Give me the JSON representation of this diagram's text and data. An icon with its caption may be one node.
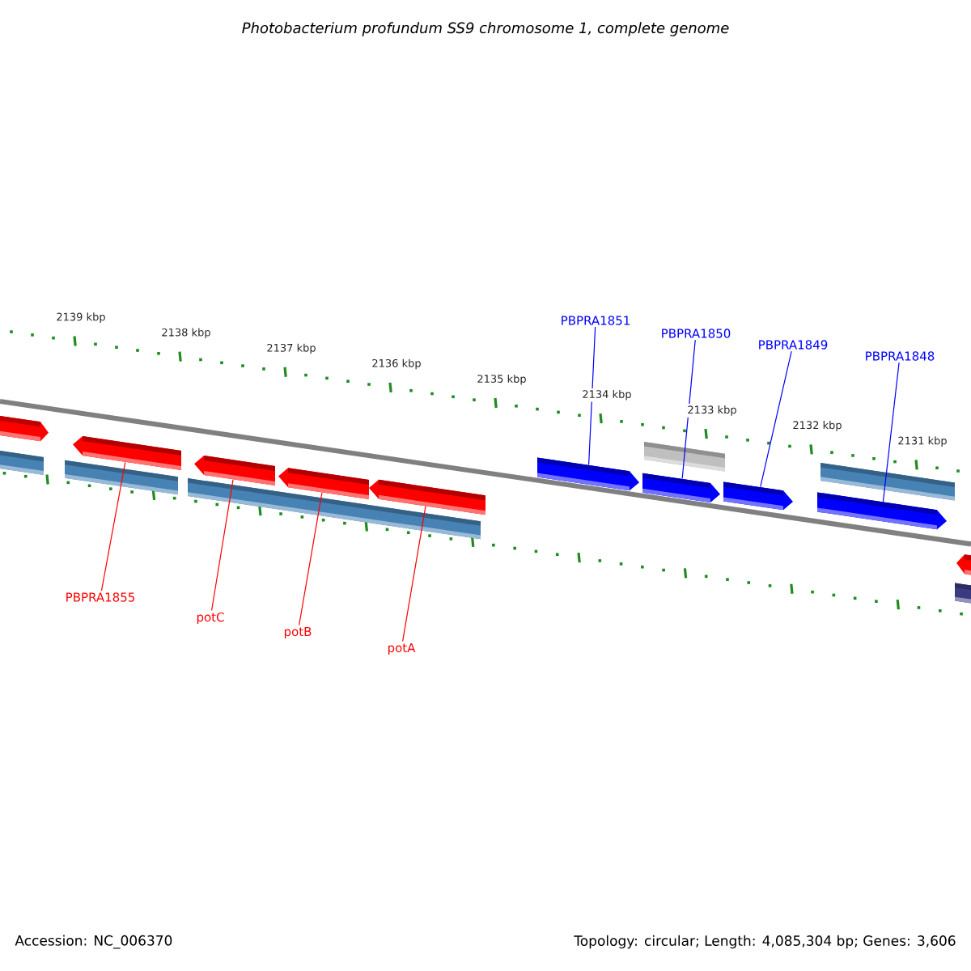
{
  "diagram": {
    "title": "Photobacterium profundum SS9 chromosome 1, complete genome",
    "nodes": [
      {
        "text": [
          "PBPRA1851"
        ]
      },
      {
        "text": [
          "PBPRA1850"
        ]
      },
      {
        "text": [
          "PBPRA1849"
        ]
      },
      {
        "text": [
          "PBPRA1848"
        ]
      },
      {
        "text": [
          "PBPRA1855"
        ]
      },
      {
        "text": [
          "potC"
        ]
      },
      {
        "text": [
          "potB"
        ]
      },
      {
        "text": [
          "potA"
        ]
      },
      {
        "text": [],
        "shape": "arrow"
      },
      {
        "text": [],
        "shape": "arrow"
      },
      {
        "text": [],
        "shape": "arrow"
      },
      {
        "text": [],
        "shape": "arrow"
      },
      {
        "text": [],
        "shape": "arrow"
      },
      {
        "text": [],
        "shape": "arrow"
      },
      {
        "text": [],
        "shape": "arrow"
      },
      {
        "text": [],
        "shape": "arrow"
      }
    ],
    "edges": [
      {
        "from": 0,
        "to": 12,
        "arrow": "none",
        "color": "#0000ff"
      },
      {
        "from": 1,
        "to": 13,
        "arrow": "none",
        "color": "#0000ff"
      },
      {
        "from": 2,
        "to": 14,
        "arrow": "none",
        "color": "#0000ff"
      },
      {
        "from": 3,
        "to": 15,
        "arrow": "none",
        "color": "#0000ff"
      },
      {
        "from": 4,
        "to": 8,
        "arrow": "none",
        "color": "#ff0000"
      },
      {
        "from": 5,
        "to": 9,
        "arrow": "none",
        "color": "#ff0000"
      },
      {
        "from": 6,
        "to": 10,
        "arrow": "none",
        "color": "#ff0000"
      },
      {
        "from": 7,
        "to": 11,
        "arrow": "none",
        "color": "#ff0000"
      }
    ],
    "labels": [
      "2139 kbp",
      "2138 kbp",
      "2137 kbp",
      "2136 kbp",
      "2135 kbp",
      "2134 kbp",
      "2133 kbp",
      "2132 kbp",
      "2131 kbp",
      "Accession: NC_006370",
      "Topology: circular; Length: 4,085,304 bp; Genes: 3,606"
    ]
  }
}
